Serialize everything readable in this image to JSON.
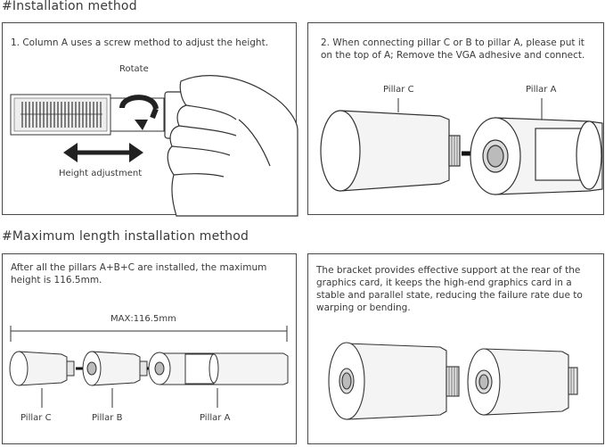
{
  "sections": {
    "installation_title": "#Installation method",
    "max_length_title": "#Maximum length installation method"
  },
  "panel1": {
    "text": "1. Column A uses a screw method to adjust the height.",
    "rotate_label": "Rotate",
    "height_label": "Height adjustment"
  },
  "panel2": {
    "text": "2. When connecting pillar C or B to pillar A, please put it on the top of A; Remove the VGA adhesive and connect.",
    "pillar_c": "Pillar C",
    "pillar_a": "Pillar A"
  },
  "panel3": {
    "text": "After all the pillars A+B+C are installed, the maximum height is 116.5mm.",
    "max_label": "MAX:116.5mm",
    "pillar_c": "Pillar C",
    "pillar_b": "Pillar B",
    "pillar_a": "Pillar A"
  },
  "panel4": {
    "text": "The bracket provides effective support at the rear of the graphics card, it keeps the high-end graphics card in a stable and parallel state, reducing the failure rate due to warping or bending."
  }
}
